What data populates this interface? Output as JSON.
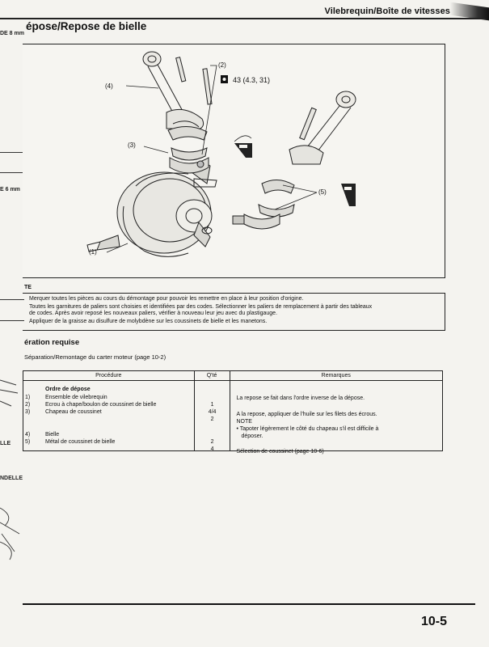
{
  "header": {
    "title": "Vilebrequin/Boîte de vitesses",
    "section_title": "épose/Repose de bielle"
  },
  "margin": {
    "top_left": "DE 8 mm",
    "mid_left": "E 6 mm",
    "bottom_left_1": "LLE",
    "bottom_left_2": "NDELLE"
  },
  "figure": {
    "callouts": {
      "c4": "(4)",
      "c2": "(2)",
      "c3": "(3)",
      "c5": "(5)",
      "c1": "(1)"
    },
    "torque": "43 (4.3, 31)"
  },
  "note": {
    "label": "TE",
    "lines": [
      "Merquer toutes les pièces au cours du démontage pour pouvoir les remettre en place à leur position d'origine.",
      "Toutes les garnitures de paliers sont choisies et identifiées par des codes. Sélectionner les paliers de remplacement à partir des tableaux",
      "de codes. Après avoir reposé les nouveaux paliers, vérifier à nouveau leur jeu avec du plastigauge.",
      "Appliquer de la graisse au disulfure de molybdène sur les coussinets de bielle et les manetons."
    ]
  },
  "operation": {
    "title": "ération requise",
    "subtitle": "Séparation/Remontage du carter moteur (page 10-2)"
  },
  "table": {
    "headers": {
      "procedure": "Procédure",
      "qty": "Q'té",
      "remarks": "Remarques"
    },
    "order_label": "Ordre de dépose",
    "rows": [
      {
        "num": "1)",
        "name": "Ensemble de vilebrequin",
        "qty": "1"
      },
      {
        "num": "2)",
        "name": "Ecrou à chape/boulon de coussinet de bielle",
        "qty": "4/4"
      },
      {
        "num": "3)",
        "name": "Chapeau de coussinet",
        "qty": "2"
      },
      {
        "num": "4)",
        "name": "Bielle",
        "qty": "2"
      },
      {
        "num": "5)",
        "name": "Métal de coussinet de bielle",
        "qty": "4"
      }
    ],
    "remarks": {
      "r1": "La repose se fait dans l'ordre inverse de la dépose.",
      "r2": "A la repose, appliquer de l'huile sur les filets des écrous.",
      "r3": "NOTE",
      "r4": "• Tapoter légèrement le côté du chapeau s'il est difficile à",
      "r5": "déposer.",
      "r6": "Sélection de coussinet (page 10-6)"
    }
  },
  "footer": {
    "page_number": "10-5"
  }
}
